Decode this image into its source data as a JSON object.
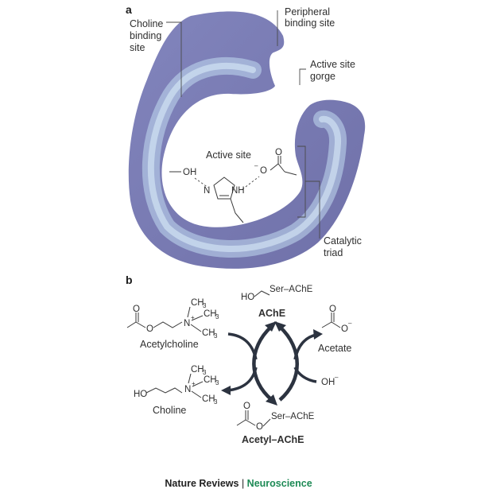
{
  "panels": {
    "a": "a",
    "b": "b"
  },
  "panel_a": {
    "choline_site": [
      "Choline",
      "binding",
      "site"
    ],
    "peripheral_site": [
      "Peripheral",
      "binding site"
    ],
    "gorge": [
      "Active site",
      "gorge"
    ],
    "active_site": "Active site",
    "catalytic_triad": [
      "Catalytic",
      "triad"
    ],
    "oh": "OH",
    "n": "N",
    "nh": "NH",
    "o_minus": "O",
    "o_carbonyl": "O",
    "minus": "–",
    "colors": {
      "enzyme_dark": "#6e6fa8",
      "enzyme_light": "#cfe4f5"
    }
  },
  "panel_b": {
    "ache_ho": "HO",
    "ache_ser": "Ser–AChE",
    "ache_label": "AChE",
    "acetylcholine": "Acetylcholine",
    "ach_o1": "O",
    "ach_o2": "O",
    "ach_n": "N",
    "plus": "+",
    "ch3": "CH",
    "sub3": "3",
    "acetate": "Acetate",
    "acetate_o1": "O",
    "acetate_o2": "O",
    "oh_ion": "OH",
    "minus": "–",
    "choline": "Choline",
    "choline_ho": "HO",
    "choline_n": "N",
    "acetyl_o1": "O",
    "acetyl_o2": "O",
    "acetyl_ser": "Ser–AChE",
    "acetyl_label": "Acetyl–AChE"
  },
  "footer": {
    "journal": "Nature Reviews",
    "separator": "|",
    "subject": "Neuroscience"
  }
}
